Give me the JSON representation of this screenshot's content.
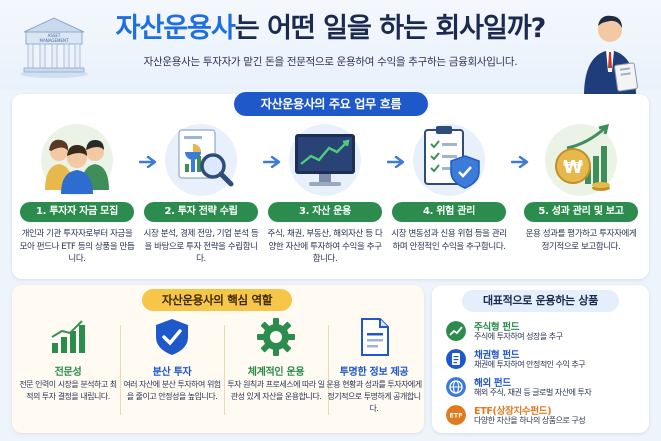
{
  "header": {
    "title_highlight": "자산운용사",
    "title_rest": "는 어떤 일을 하는 회사일까?",
    "subtitle": "자산운용사는 투자자가 맡긴 돈을 전문적으로 운용하여 수익을 추구하는 금융회사입니다.",
    "building_sign": "ASSET\nMANAGEMENT"
  },
  "flow": {
    "title": "자산운용사의 주요 업무 흐름",
    "steps": [
      {
        "label": "1. 투자자 자금 모집",
        "desc": "개인과 기관 투자자로부터 자금을 모아 펀드나 ETF 등의 상품을 만듭니다.",
        "icon": "investors-icon"
      },
      {
        "label": "2. 투자 전략 수립",
        "desc": "시장 분석, 경제 전망, 기업 분석 등을 바탕으로 투자 전략을 수립합니다.",
        "icon": "analysis-icon"
      },
      {
        "label": "3. 자산 운용",
        "desc": "주식, 채권, 부동산, 해외자산 등 다양한 자산에 투자하여 수익을 추구합니다.",
        "icon": "monitor-chart-icon"
      },
      {
        "label": "4. 위험 관리",
        "desc": "시장 변동성과 신용 위험 등을 관리하며 안정적인 수익을 추구합니다.",
        "icon": "clipboard-shield-icon"
      },
      {
        "label": "5. 성과 관리 및 보고",
        "desc": "운용 성과를 평가하고 투자자에게 정기적으로 보고합니다.",
        "icon": "won-coin-icon"
      }
    ]
  },
  "core": {
    "title": "자산운용사의 핵심 역할",
    "items": [
      {
        "name": "전문성",
        "desc": "전문 인력이 시장을 분석하고 최적의 투자 결정을 내립니다.",
        "color": "#2c8c4e",
        "icon": "growth-chart-icon"
      },
      {
        "name": "분산 투자",
        "desc": "여러 자산에 분산 투자하여 위험을 줄이고 안정성을 높입니다.",
        "color": "#1f58c8",
        "icon": "shield-check-icon"
      },
      {
        "name": "체계적인 운용",
        "desc": "투자 원칙과 프로세스에 따라 일관성 있게 자산을 운용합니다.",
        "color": "#2c8c4e",
        "icon": "gear-icon"
      },
      {
        "name": "투명한 정보 제공",
        "desc": "운용 현황과 성과를 투자자에게 정기적으로 투명하게 공개합니다.",
        "color": "#1f58c8",
        "icon": "document-icon"
      }
    ]
  },
  "products": {
    "title": "대표적으로 운용하는 상품",
    "items": [
      {
        "name": "주식형 펀드",
        "desc": "주식에 투자하여 성장을 추구",
        "color": "#2c8c4e",
        "icon": "stock-chart-icon"
      },
      {
        "name": "채권형 펀드",
        "desc": "채권에 투자하여 안정적인 수익 추구",
        "color": "#1f58c8",
        "icon": "bond-document-icon"
      },
      {
        "name": "해외 펀드",
        "desc": "해외 주식, 채권 등 글로벌 자산에 투자",
        "color": "#1f58c8",
        "icon": "globe-icon"
      },
      {
        "name": "ETF(상장지수펀드)",
        "desc": "다양한 자산을 하나의 상품으로 구성",
        "color": "#e07a1f",
        "icon": "etf-icon",
        "icon_text": "ETF"
      }
    ]
  }
}
